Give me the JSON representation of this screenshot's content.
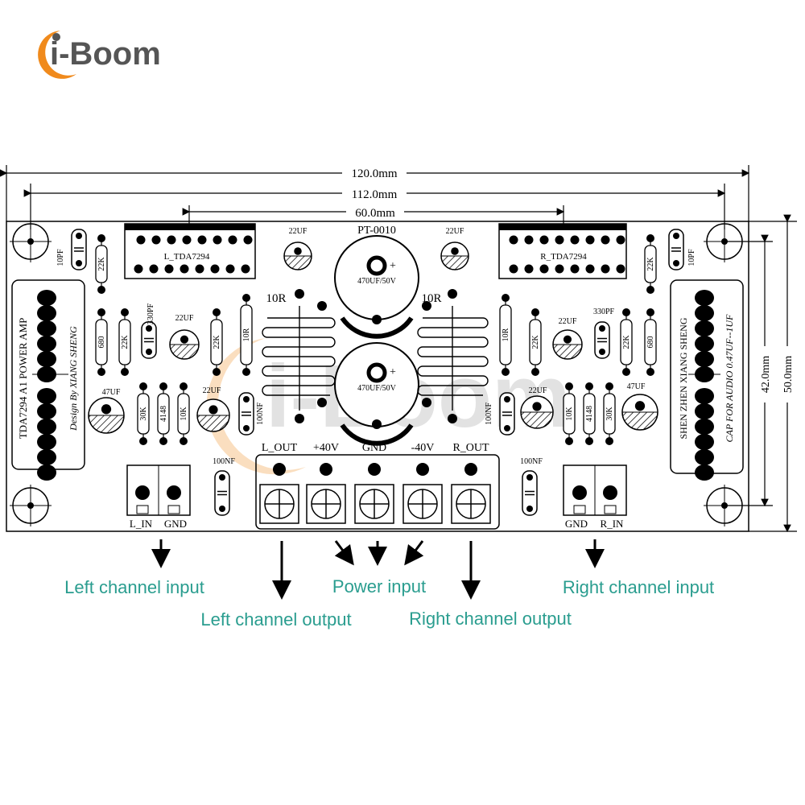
{
  "logo": {
    "text": "i-Boom",
    "watermark": "i-Boom"
  },
  "dimensions": {
    "width_outer": "120.0mm",
    "width_holes": "112.0mm",
    "width_ic": "60.0mm",
    "height_holes": "42.0mm",
    "height_outer": "50.0mm"
  },
  "board": {
    "model": "PT-0010",
    "ic_left": "L_TDA7294",
    "ic_right": "R_TDA7294",
    "left_silk_title": "TDA7294 A1  POWER AMP",
    "left_silk_credit": "Design By  XIANG SHENG",
    "right_silk_title": "SHEN ZHEN XIANG SHENG",
    "right_silk_note": "CAP FOR AUDIO 0.47UF--1UF",
    "labels": {
      "c10pf": "10PF",
      "r22k": "22K",
      "r680": "680",
      "c330pf": "330PF",
      "c22uf": "22UF",
      "r10r": "10R",
      "c47uf": "47UF",
      "r30k": "30K",
      "d4148": "4148",
      "r10k": "10K",
      "c100nf": "100NF",
      "cap_main": "470UF/50V",
      "plus": "+"
    },
    "terminals": {
      "l_out": "L_OUT",
      "pos40": "+40V",
      "gnd": "GND",
      "neg40": "-40V",
      "r_out": "R_OUT"
    },
    "left_input": {
      "l_in": "L_IN",
      "gnd": "GND"
    },
    "right_input": {
      "gnd": "GND",
      "r_in": "R_IN"
    }
  },
  "annotations": {
    "left_input": "Left channel input",
    "left_output": "Left channel output",
    "power_input": "Power input",
    "right_output": "Right channel output",
    "right_input": "Right channel input"
  },
  "colors": {
    "logo_orange": "#f08a1c",
    "logo_text": "#555555",
    "annotation": "#2a9d8f",
    "ink": "#000000"
  }
}
